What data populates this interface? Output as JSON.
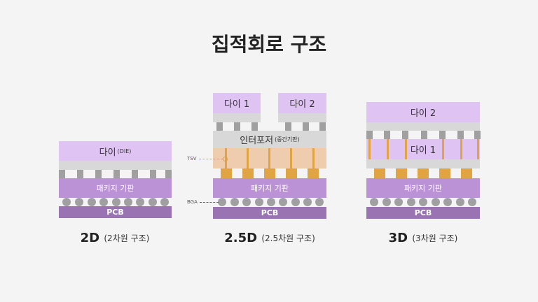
{
  "title": "집적회로 구조",
  "d2": {
    "die": "다이",
    "die_sub": "(DIE)",
    "package": "패키지 기판",
    "pcb": "PCB",
    "caption": "2D",
    "caption_sub": "(2차원 구조)"
  },
  "d25": {
    "die1": "다이 1",
    "die2": "다이 2",
    "interposer": "인터포저",
    "interposer_sub": "(중간기판)",
    "package": "패키지 기판",
    "pcb": "PCB",
    "tsv_label": "TSV",
    "bga_label": "BGA",
    "caption": "2.5D",
    "caption_sub": "(2.5차원 구조)"
  },
  "d3": {
    "die2": "다이 2",
    "die1": "다이 1",
    "package": "패키지 기판",
    "pcb": "PCB",
    "caption": "3D",
    "caption_sub": "(3차원 구조)"
  }
}
